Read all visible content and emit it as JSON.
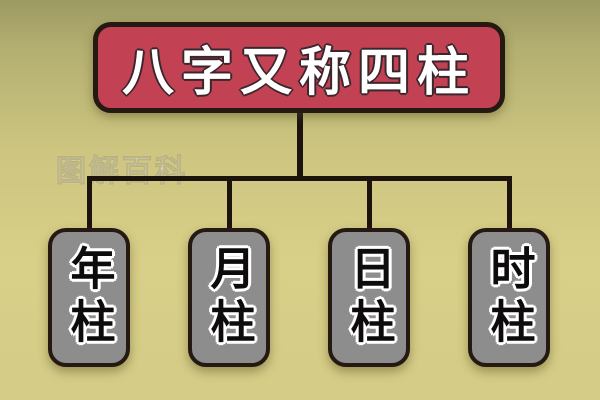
{
  "diagram": {
    "type": "tree",
    "root": {
      "label": "八字又称四柱"
    },
    "children": [
      {
        "label": "年柱"
      },
      {
        "label": "月柱"
      },
      {
        "label": "日柱"
      },
      {
        "label": "时柱"
      }
    ]
  },
  "watermark": {
    "text": "图解百科"
  },
  "colors": {
    "background_top": "#9d9a62",
    "background_bottom": "#d4cc87",
    "root_fill": "#c24254",
    "root_text": "#ffffff",
    "pillar_fill": "#8e8d8e",
    "pillar_text": "#0d0b0b",
    "line": "#1c130d",
    "border": "#241a12"
  }
}
